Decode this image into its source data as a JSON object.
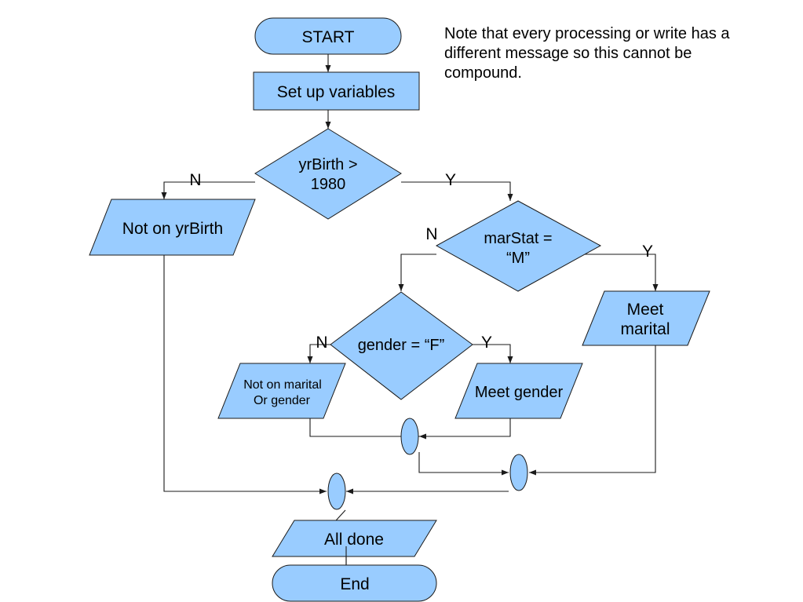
{
  "note": {
    "lines": [
      "Note that every processing or write has a",
      "different message so this cannot be",
      "compound."
    ]
  },
  "nodes": {
    "start": {
      "label": "START",
      "kind": "terminator"
    },
    "setup": {
      "label": "Set up variables",
      "kind": "process"
    },
    "yrbirth": {
      "line1": "yrBirth >",
      "line2": "1980",
      "kind": "decision"
    },
    "not_yrbirth": {
      "label": "Not on yrBirth",
      "kind": "output"
    },
    "marstat": {
      "line1": "marStat =",
      "line2": "“M”",
      "kind": "decision"
    },
    "meet_marital": {
      "line1": "Meet",
      "line2": "marital",
      "kind": "output"
    },
    "gender": {
      "label": "gender = “F”",
      "kind": "decision"
    },
    "not_marital_gender": {
      "line1": "Not on marital",
      "line2": "Or gender",
      "kind": "output"
    },
    "meet_gender": {
      "label": "Meet gender",
      "kind": "output"
    },
    "all_done": {
      "label": "All done",
      "kind": "output"
    },
    "end": {
      "label": "End",
      "kind": "terminator"
    }
  },
  "branch_labels": {
    "yrbirth_no": "N",
    "yrbirth_yes": "Y",
    "marstat_no": "N",
    "marstat_yes": "Y",
    "gender_no": "N",
    "gender_yes": "Y"
  },
  "colors": {
    "shape_fill": "#99ccff",
    "shape_stroke": "#1a1a1a",
    "text": "#000000"
  }
}
